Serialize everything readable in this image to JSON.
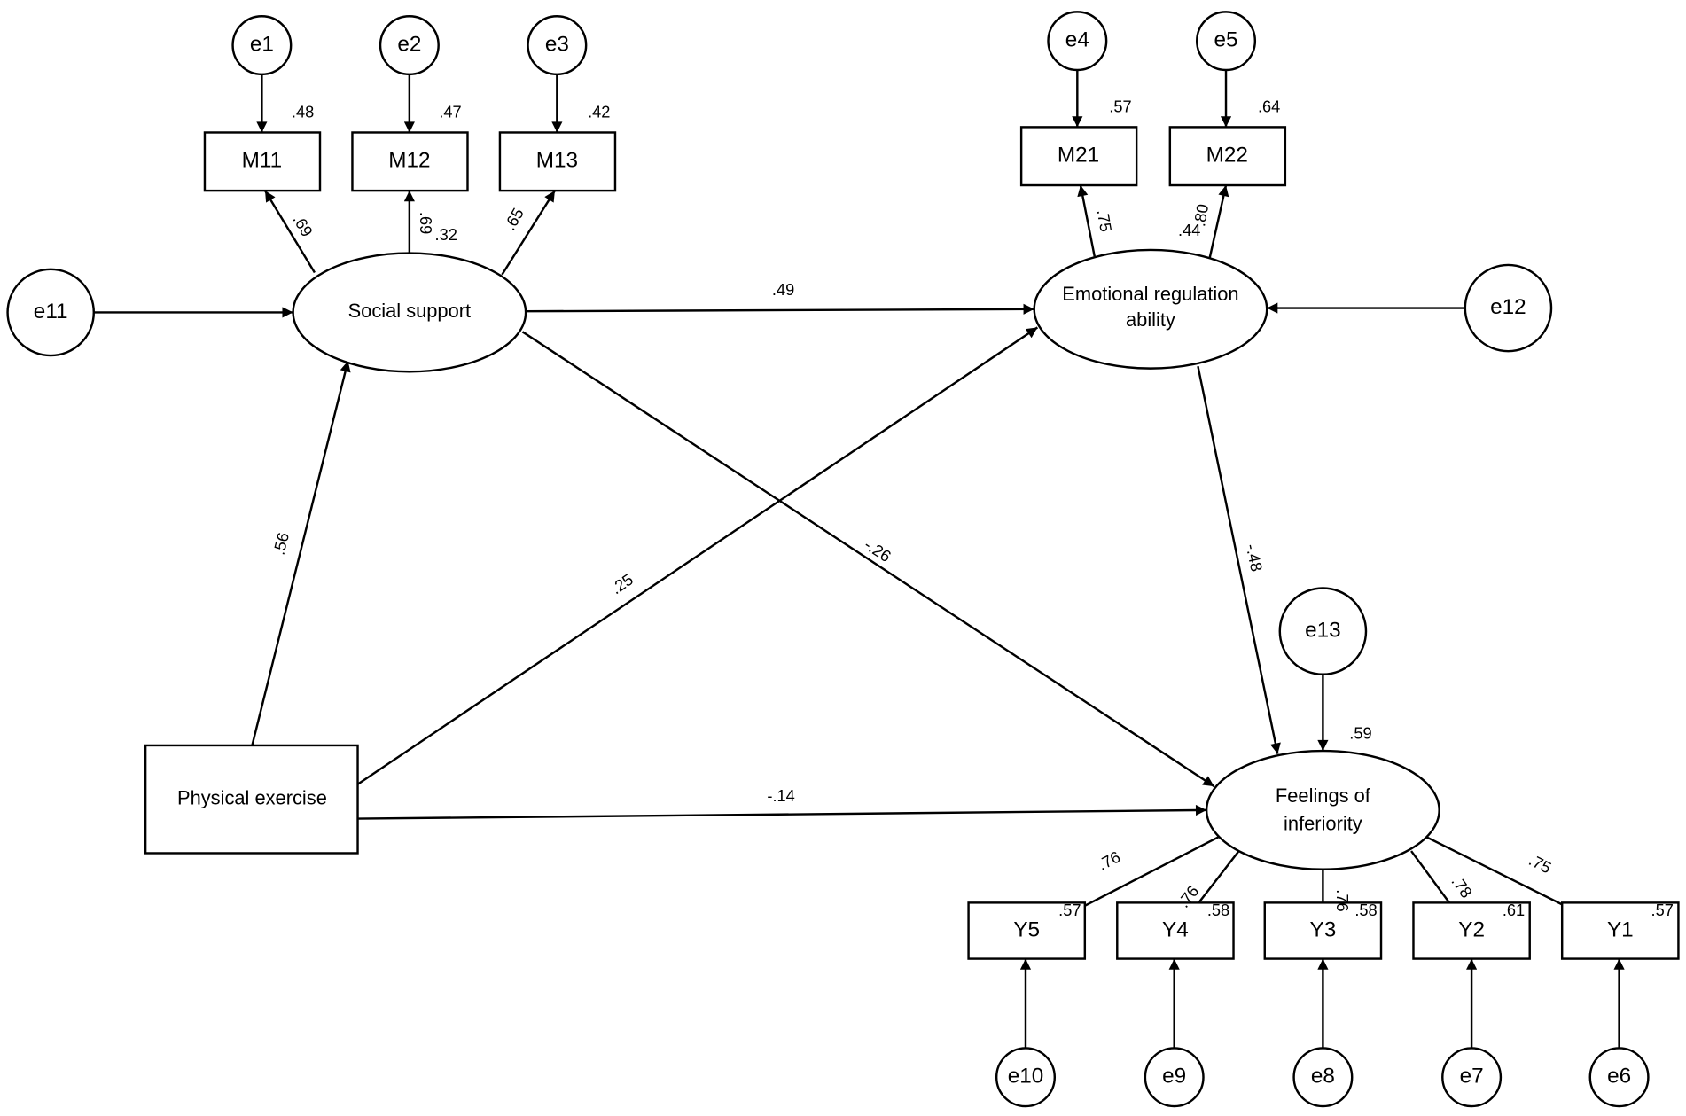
{
  "nodes": {
    "e1": "e1",
    "e2": "e2",
    "e3": "e3",
    "e4": "e4",
    "e5": "e5",
    "e6": "e6",
    "e7": "e7",
    "e8": "e8",
    "e9": "e9",
    "e10": "e10",
    "e11": "e11",
    "e12": "e12",
    "e13": "e13",
    "m11": "M11",
    "m12": "M12",
    "m13": "M13",
    "m21": "M21",
    "m22": "M22",
    "y1": "Y1",
    "y2": "Y2",
    "y3": "Y3",
    "y4": "Y4",
    "y5": "Y5",
    "social_support": "Social support",
    "emotional_line1": "Emotional regulation",
    "emotional_line2": "ability",
    "feelings_line1": "Feelings of",
    "feelings_line2": "inferiority",
    "physical_exercise": "Physical exercise"
  },
  "coefficients": {
    "ss_m11": ".69",
    "ss_m12": ".69",
    "ss_m13": ".65",
    "r2_m11": ".48",
    "r2_m12": ".47",
    "r2_m13": ".42",
    "r2_ss": ".32",
    "er_m21": ".75",
    "er_m22": ".80",
    "r2_er": ".44",
    "r2_m21": ".57",
    "r2_m22": ".64",
    "ss_er": ".49",
    "pe_ss": ".56",
    "pe_er": ".25",
    "ss_fi": "-.26",
    "er_fi": "-.48",
    "pe_fi": "-.14",
    "r2_fi": ".59",
    "fi_y5": ".76",
    "fi_y4": ".76",
    "fi_y3": ".76",
    "fi_y2": ".78",
    "fi_y1": ".75",
    "r2_y5": ".57",
    "r2_y4": ".58",
    "r2_y3": ".58",
    "r2_y2": ".61",
    "r2_y1": ".57"
  }
}
